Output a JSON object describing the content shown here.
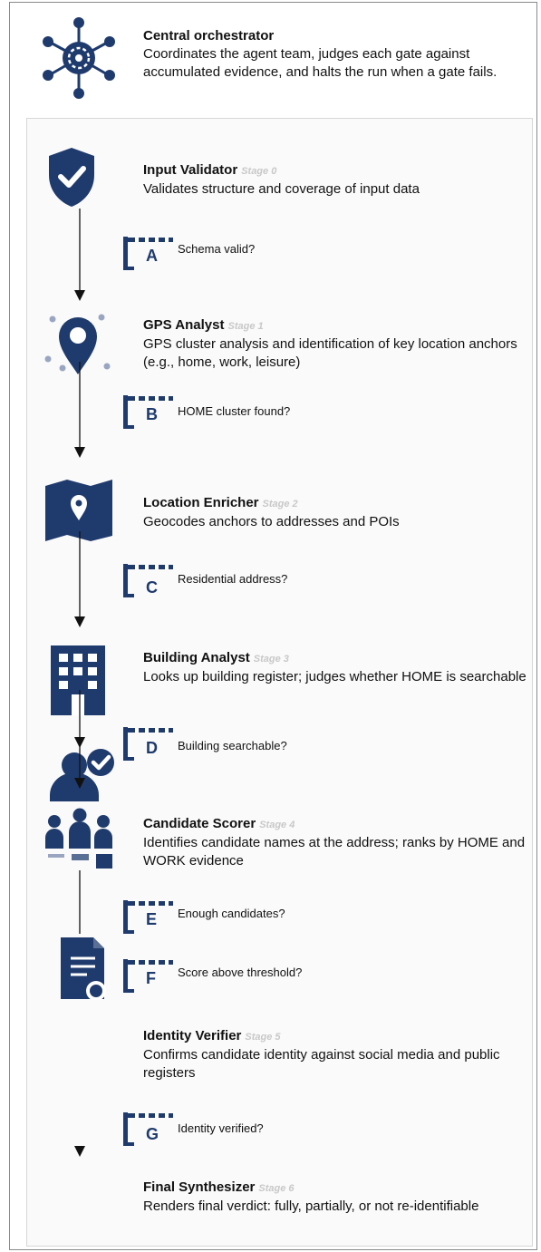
{
  "colors": {
    "navy": "#1f3b6e",
    "grey_text": "#c8c8c8",
    "dot": "#9aa6c1"
  },
  "orchestrator": {
    "title": "Central orchestrator",
    "description": "Coordinates the agent team, judges each gate against accumulated evidence, and halts the run when a gate fails.",
    "icon": "network-hub-icon"
  },
  "stages": [
    {
      "title": "Input Validator",
      "stage": "Stage 0",
      "description": "Validates structure and coverage of input data",
      "icon": "shield-check-icon"
    },
    {
      "title": "GPS Analyst",
      "stage": "Stage 1",
      "description": "GPS cluster analysis and identification of key location anchors (e.g., home, work, leisure)",
      "icon": "map-pin-icon"
    },
    {
      "title": "Location Enricher",
      "stage": "Stage 2",
      "description": "Geocodes anchors to addresses and POIs",
      "icon": "folded-map-icon"
    },
    {
      "title": "Building Analyst",
      "stage": "Stage 3",
      "description": "Looks up building register; judges whether HOME is searchable",
      "icon": "building-icon"
    },
    {
      "title": "Candidate Scorer",
      "stage": "Stage 4",
      "description": "Identifies candidate names at the address; ranks by HOME and WORK evidence",
      "icon": "people-podium-icon"
    },
    {
      "title": "Identity Verifier",
      "stage": "Stage 5",
      "description": "Confirms candidate identity against social media and public registers",
      "icon": "user-verified-icon"
    },
    {
      "title": "Final Synthesizer",
      "stage": "Stage 6",
      "description": "Renders final verdict: fully, partially, or not re-identifiable",
      "icon": "document-certificate-icon"
    }
  ],
  "gates": [
    {
      "letter": "A",
      "label": "Schema valid?"
    },
    {
      "letter": "B",
      "label": "HOME cluster found?"
    },
    {
      "letter": "C",
      "label": "Residential address?"
    },
    {
      "letter": "D",
      "label": "Building searchable?"
    },
    {
      "letter": "E",
      "label": "Enough candidates?"
    },
    {
      "letter": "F",
      "label": "Score above threshold?"
    },
    {
      "letter": "G",
      "label": "Identity verified?"
    }
  ]
}
